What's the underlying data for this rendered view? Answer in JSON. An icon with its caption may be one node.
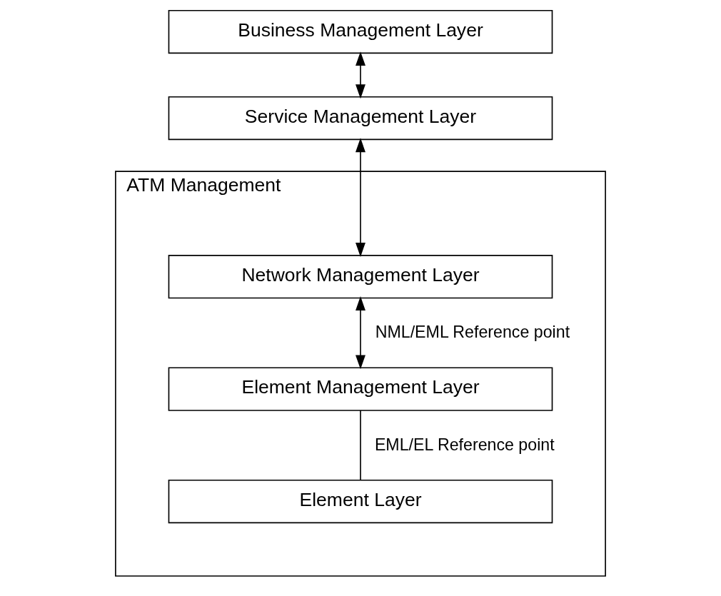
{
  "diagram": {
    "nodes": [
      {
        "text": [
          "Business Management Layer"
        ]
      },
      {
        "text": [
          "Service Management Layer"
        ]
      },
      {
        "text": [
          "ATM Management"
        ]
      },
      {
        "text": [
          "Network Management Layer"
        ],
        "in": 2
      },
      {
        "text": [
          "Element Management Layer"
        ],
        "in": 2
      },
      {
        "text": [
          "Element Layer"
        ],
        "in": 2
      }
    ],
    "edges": [
      {
        "from": 0,
        "to": 1,
        "arrow": "both"
      },
      {
        "from": 1,
        "to": 3,
        "arrow": "both"
      },
      {
        "from": 3,
        "to": 4,
        "arrow": "both",
        "label": "NML/EML Reference point"
      },
      {
        "from": 4,
        "to": 5,
        "arrow": "none",
        "label": "EML/EL Reference point"
      }
    ]
  }
}
